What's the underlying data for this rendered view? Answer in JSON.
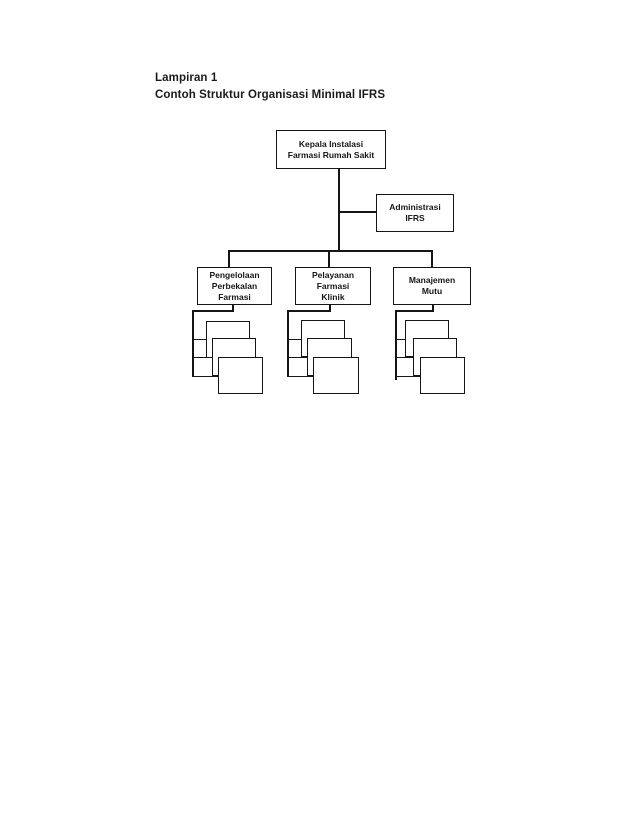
{
  "page": {
    "background_color": "#ffffff",
    "line_color": "#151515",
    "heading": {
      "line1": "Lampiran 1",
      "line2": "Contoh Struktur Organisasi Minimal IFRS"
    }
  },
  "diagram": {
    "type": "org-chart",
    "nodes": {
      "root": {
        "label": "Kepala Instalasi\nFarmasi Rumah Sakit"
      },
      "staff": {
        "label": "Administrasi\nIFRS"
      },
      "children": [
        {
          "label": "Pengelolaan\nPerbekalan\nFarmasi",
          "placeholder_subordinates": 3
        },
        {
          "label": "Pelayanan\nFarmasi\nKlinik",
          "placeholder_subordinates": 3
        },
        {
          "label": "Manajemen\nMutu",
          "placeholder_subordinates": 3
        }
      ]
    }
  }
}
